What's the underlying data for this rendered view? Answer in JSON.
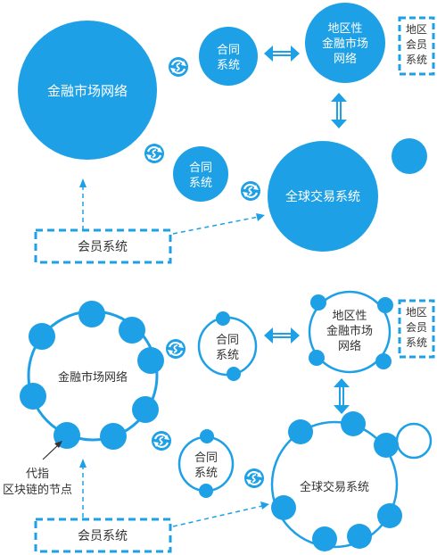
{
  "colors": {
    "primary": "#1ea0e6",
    "text_on_primary": "#ffffff",
    "text_dark": "#333333",
    "background": "#ffffff"
  },
  "top": {
    "financial_network": "金融市场网络",
    "contract_upper": [
      "合同",
      "系统"
    ],
    "regional_market": [
      "地区性",
      "金融市场",
      "网络"
    ],
    "regional_member": [
      "地区",
      "会员",
      "系统"
    ],
    "contract_lower": [
      "合同",
      "系统"
    ],
    "global_trading": "全球交易系统",
    "member_system": "会员系统"
  },
  "bottom": {
    "financial_network": "金融市场网络",
    "contract_upper": [
      "合同",
      "系统"
    ],
    "regional_market": [
      "地区性",
      "金融市场",
      "网络"
    ],
    "regional_member": [
      "地区",
      "会员",
      "系统"
    ],
    "contract_lower": [
      "合同",
      "系统"
    ],
    "global_trading": "全球交易系统",
    "member_system": "会员系统",
    "node_note": [
      "代指",
      "区块链的节点"
    ]
  },
  "icons": [
    "exchange-cycle-icon",
    "double-arrow-icon"
  ]
}
